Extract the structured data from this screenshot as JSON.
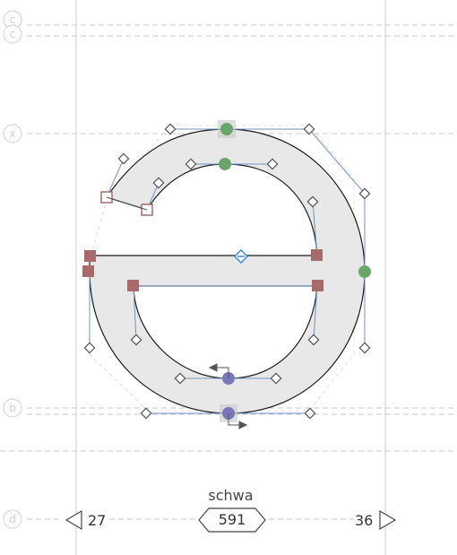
{
  "canvas": {
    "glyph_name": "schwa",
    "left_sidebearing": "27",
    "advance_width": "591",
    "right_sidebearing": "36",
    "guidelines": [
      {
        "label": "c",
        "name": "cap-height"
      },
      {
        "label": "x",
        "name": "x-height"
      },
      {
        "label": "b",
        "name": "baseline"
      },
      {
        "label": "d",
        "name": "descender"
      }
    ]
  },
  "colors": {
    "glyph_fill": "#e8e8e8",
    "outline": "#1a1a1a",
    "handle_line": "#6f93c8",
    "corner_point": "#a86a6a",
    "smooth_point_green": "#6aa66a",
    "smooth_point_blue": "#7878b8",
    "anchor": "#3d8fd1",
    "guide": "#c9c9c9"
  },
  "icons": {
    "left_arrow": "triangle-left-icon",
    "right_arrow": "triangle-right-icon",
    "start_direction": "direction-arrow-icon"
  }
}
